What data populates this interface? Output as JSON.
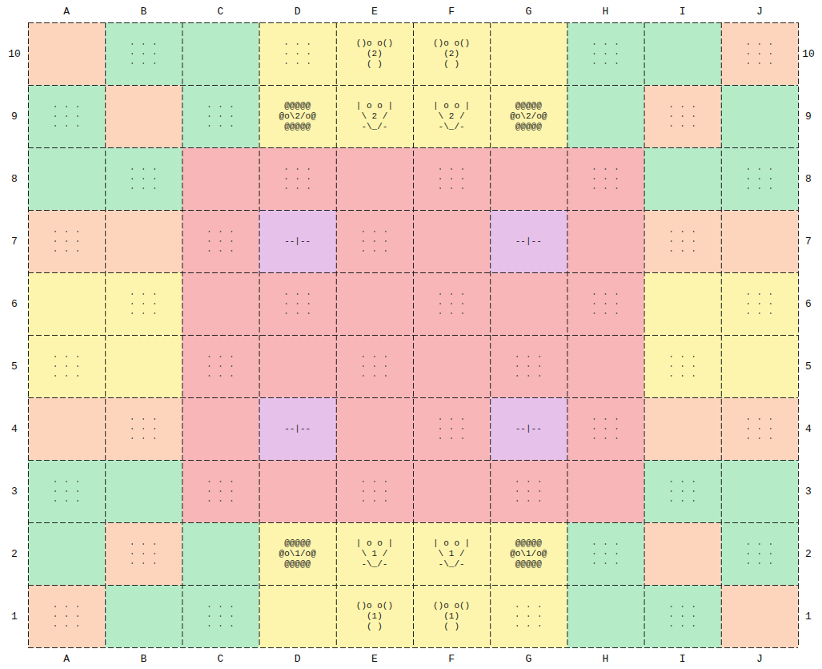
{
  "diagram": {
    "nodes": [
      {
        "text": [
          "()o o()",
          "(2)",
          "( )"
        ]
      },
      {
        "text": [
          "()o o()",
          "(2)",
          "( )"
        ]
      },
      {
        "text": [
          "@@@@@",
          "@o\\2/o@",
          "@@@@@"
        ]
      },
      {
        "text": [
          "| o o |",
          "\\ 2 /",
          "-\\_/-"
        ]
      },
      {
        "text": [
          "| o o |",
          "\\ 2 /",
          "-\\_/-"
        ]
      },
      {
        "text": [
          "@@@@@",
          "@o\\2/o@",
          "@@@@@"
        ]
      },
      {
        "text": [
          "--|--"
        ]
      },
      {
        "text": [
          "--|--"
        ]
      },
      {
        "text": [
          "--|--"
        ]
      },
      {
        "text": [
          "--|--"
        ]
      },
      {
        "text": [
          "@@@@@",
          "@o\\1/o@",
          "@@@@@"
        ]
      },
      {
        "text": [
          "| o o |",
          "\\ 1 /",
          "-\\_/-"
        ]
      },
      {
        "text": [
          "| o o |",
          "\\ 1 /",
          "-\\_/-"
        ]
      },
      {
        "text": [
          "@@@@@",
          "@o\\1/o@",
          "@@@@@"
        ]
      },
      {
        "text": [
          "()o o()",
          "(1)",
          "( )"
        ]
      },
      {
        "text": [
          "()o o()",
          "(1)",
          "( )"
        ]
      }
    ],
    "labels": [
      "A",
      "B",
      "C",
      "D",
      "E",
      "F",
      "G",
      "H",
      "I",
      "J",
      "10",
      "10",
      "9",
      "9",
      "8",
      "8",
      "7",
      "7",
      "6",
      "6",
      "5",
      "5",
      "4",
      "4",
      "3",
      "3",
      "2",
      "2",
      "1",
      "1",
      "A",
      "B",
      "C",
      "D",
      "E",
      "F",
      "G",
      "H",
      "I",
      "J"
    ]
  }
}
